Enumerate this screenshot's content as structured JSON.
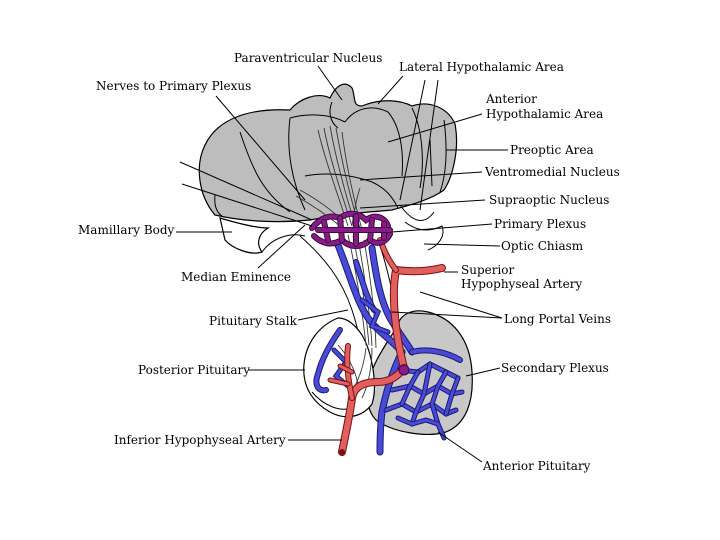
{
  "labels": {
    "paraventricular": "Paraventricular Nucleus",
    "lateral_hypothalamic": "Lateral Hypothalamic Area",
    "nerves_primary": "Nerves to Primary Plexus",
    "anterior_hypo_1": "Anterior",
    "anterior_hypo_2": "Hypothalamic Area",
    "preoptic": "Preoptic Area",
    "ventromedial": "Ventromedial Nucleus",
    "supraoptic": "Supraoptic Nucleus",
    "primary_plexus": "Primary Plexus",
    "mamillary": "Mamillary Body",
    "optic_chiasm": "Optic Chiasm",
    "median_eminence": "Median Eminence",
    "superior_hyp_1": "Superior",
    "superior_hyp_2": "Hypophyseal Artery",
    "pituitary_stalk": "Pituitary Stalk",
    "long_portal": "Long Portal Veins",
    "posterior_pituitary": "Posterior Pituitary",
    "secondary_plexus": "Secondary Plexus",
    "inferior_hyp": "Inferior Hypophyseal Artery",
    "anterior_pituitary": "Anterior Pituitary"
  },
  "colors": {
    "tissue": "#bdbdbd",
    "artery": "#e06060",
    "vein": "#4a4ad8",
    "plexus": "#8a1a8a"
  }
}
